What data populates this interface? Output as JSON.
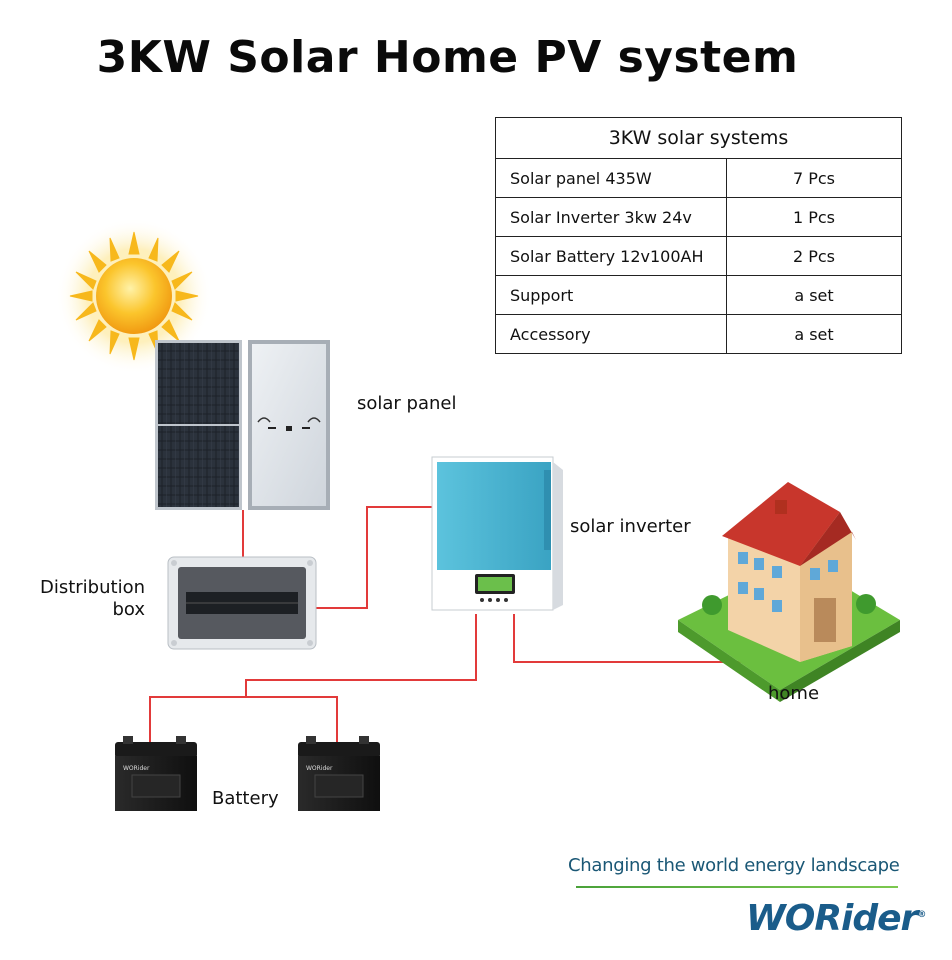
{
  "title": "3KW Solar Home PV system",
  "table": {
    "header": "3KW solar systems",
    "rows": [
      {
        "item": "Solar panel 435W",
        "qty": "7 Pcs"
      },
      {
        "item": "Solar Inverter 3kw 24v",
        "qty": "1 Pcs"
      },
      {
        "item": "Solar Battery 12v100AH",
        "qty": "2 Pcs"
      },
      {
        "item": "Support",
        "qty": "a set"
      },
      {
        "item": "Accessory",
        "qty": "a set"
      }
    ]
  },
  "labels": {
    "solar_panel": "solar panel",
    "solar_inverter": "solar inverter",
    "distribution_line1": "Distribution",
    "distribution_line2": "box",
    "home": "home",
    "battery": "Battery"
  },
  "battery_brand": "WORider",
  "slogan": "Changing the world energy landscape",
  "logo": {
    "text": "WORider",
    "mark": "®"
  },
  "colors": {
    "wire": "#e23a3a",
    "inverter": "#4fb6d2",
    "slogan": "#1a5775",
    "logo": "#1a5c8a",
    "sun": "#f7b81c"
  }
}
